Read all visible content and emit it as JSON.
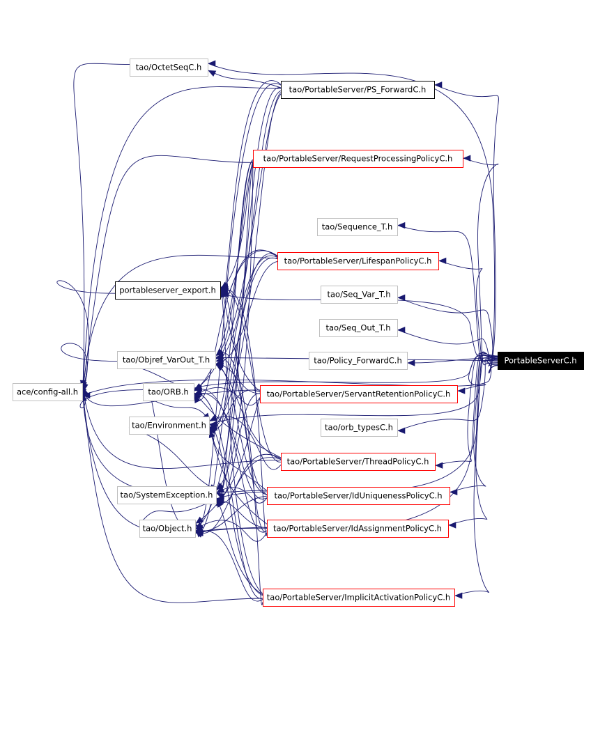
{
  "graph": {
    "colors": {
      "edge": "#191970",
      "node_default_border": "#bfbfbf",
      "node_documented_border": "#000000",
      "node_truncated_border": "#ff0000",
      "root_fill": "#000000",
      "root_text": "#ffffff",
      "node_text": "#000000"
    },
    "nodes": [
      {
        "id": "ps",
        "label": "PortableServerC.h",
        "kind": "root"
      },
      {
        "id": "cfg",
        "label": "ace/config-all.h",
        "kind": "default"
      },
      {
        "id": "octet",
        "label": "tao/OctetSeqC.h",
        "kind": "default"
      },
      {
        "id": "fwd",
        "label": "tao/PortableServer/PS_ForwardC.h",
        "kind": "documented"
      },
      {
        "id": "rpp",
        "label": "tao/PortableServer/RequestProcessingPolicyC.h",
        "kind": "truncated"
      },
      {
        "id": "seqt",
        "label": "tao/Sequence_T.h",
        "kind": "default"
      },
      {
        "id": "lsp",
        "label": "tao/PortableServer/LifespanPolicyC.h",
        "kind": "truncated"
      },
      {
        "id": "pexp",
        "label": "portableserver_export.h",
        "kind": "documented"
      },
      {
        "id": "svar",
        "label": "tao/Seq_Var_T.h",
        "kind": "default"
      },
      {
        "id": "sout",
        "label": "tao/Seq_Out_T.h",
        "kind": "default"
      },
      {
        "id": "ovar",
        "label": "tao/Objref_VarOut_T.h",
        "kind": "default"
      },
      {
        "id": "pfwd",
        "label": "tao/Policy_ForwardC.h",
        "kind": "default"
      },
      {
        "id": "orb",
        "label": "tao/ORB.h",
        "kind": "default"
      },
      {
        "id": "srp",
        "label": "tao/PortableServer/ServantRetentionPolicyC.h",
        "kind": "truncated"
      },
      {
        "id": "env",
        "label": "tao/Environment.h",
        "kind": "default"
      },
      {
        "id": "otyp",
        "label": "tao/orb_typesC.h",
        "kind": "default"
      },
      {
        "id": "thr",
        "label": "tao/PortableServer/ThreadPolicyC.h",
        "kind": "truncated"
      },
      {
        "id": "sysx",
        "label": "tao/SystemException.h",
        "kind": "default"
      },
      {
        "id": "idu",
        "label": "tao/PortableServer/IdUniquenessPolicyC.h",
        "kind": "truncated"
      },
      {
        "id": "obj",
        "label": "tao/Object.h",
        "kind": "default"
      },
      {
        "id": "ida",
        "label": "tao/PortableServer/IdAssignmentPolicyC.h",
        "kind": "truncated"
      },
      {
        "id": "iap",
        "label": "tao/PortableServer/ImplicitActivationPolicyC.h",
        "kind": "truncated"
      }
    ],
    "edges": [
      [
        "ps",
        "octet"
      ],
      [
        "ps",
        "fwd"
      ],
      [
        "ps",
        "rpp"
      ],
      [
        "ps",
        "seqt"
      ],
      [
        "ps",
        "lsp"
      ],
      [
        "ps",
        "pexp"
      ],
      [
        "ps",
        "svar"
      ],
      [
        "ps",
        "sout"
      ],
      [
        "ps",
        "ovar"
      ],
      [
        "ps",
        "pfwd"
      ],
      [
        "ps",
        "orb"
      ],
      [
        "ps",
        "srp"
      ],
      [
        "ps",
        "env"
      ],
      [
        "ps",
        "otyp"
      ],
      [
        "ps",
        "thr"
      ],
      [
        "ps",
        "sysx"
      ],
      [
        "ps",
        "idu"
      ],
      [
        "ps",
        "obj"
      ],
      [
        "ps",
        "ida"
      ],
      [
        "ps",
        "iap"
      ],
      [
        "ps",
        "cfg"
      ],
      [
        "fwd",
        "octet"
      ],
      [
        "fwd",
        "pexp"
      ],
      [
        "fwd",
        "ovar"
      ],
      [
        "fwd",
        "orb"
      ],
      [
        "fwd",
        "env"
      ],
      [
        "fwd",
        "sysx"
      ],
      [
        "fwd",
        "obj"
      ],
      [
        "fwd",
        "cfg"
      ],
      [
        "rpp",
        "pexp"
      ],
      [
        "rpp",
        "ovar"
      ],
      [
        "rpp",
        "orb"
      ],
      [
        "rpp",
        "env"
      ],
      [
        "rpp",
        "sysx"
      ],
      [
        "rpp",
        "obj"
      ],
      [
        "rpp",
        "cfg"
      ],
      [
        "lsp",
        "pexp"
      ],
      [
        "lsp",
        "ovar"
      ],
      [
        "lsp",
        "orb"
      ],
      [
        "lsp",
        "env"
      ],
      [
        "lsp",
        "sysx"
      ],
      [
        "lsp",
        "obj"
      ],
      [
        "lsp",
        "cfg"
      ],
      [
        "srp",
        "pexp"
      ],
      [
        "srp",
        "ovar"
      ],
      [
        "srp",
        "orb"
      ],
      [
        "srp",
        "env"
      ],
      [
        "srp",
        "sysx"
      ],
      [
        "srp",
        "obj"
      ],
      [
        "srp",
        "cfg"
      ],
      [
        "thr",
        "pexp"
      ],
      [
        "thr",
        "ovar"
      ],
      [
        "thr",
        "orb"
      ],
      [
        "thr",
        "env"
      ],
      [
        "thr",
        "sysx"
      ],
      [
        "thr",
        "obj"
      ],
      [
        "thr",
        "cfg"
      ],
      [
        "idu",
        "pexp"
      ],
      [
        "idu",
        "ovar"
      ],
      [
        "idu",
        "orb"
      ],
      [
        "idu",
        "env"
      ],
      [
        "idu",
        "sysx"
      ],
      [
        "idu",
        "obj"
      ],
      [
        "idu",
        "cfg"
      ],
      [
        "ida",
        "pexp"
      ],
      [
        "ida",
        "ovar"
      ],
      [
        "ida",
        "orb"
      ],
      [
        "ida",
        "env"
      ],
      [
        "ida",
        "sysx"
      ],
      [
        "ida",
        "obj"
      ],
      [
        "ida",
        "cfg"
      ],
      [
        "iap",
        "pexp"
      ],
      [
        "iap",
        "ovar"
      ],
      [
        "iap",
        "orb"
      ],
      [
        "iap",
        "env"
      ],
      [
        "iap",
        "sysx"
      ],
      [
        "iap",
        "obj"
      ],
      [
        "iap",
        "cfg"
      ],
      [
        "pexp",
        "cfg"
      ],
      [
        "ovar",
        "cfg"
      ],
      [
        "orb",
        "cfg"
      ],
      [
        "octet",
        "cfg"
      ],
      [
        "ovar",
        "orb"
      ],
      [
        "orb",
        "env"
      ],
      [
        "orb",
        "obj"
      ],
      [
        "env",
        "sysx"
      ],
      [
        "obj",
        "sysx"
      ]
    ]
  }
}
